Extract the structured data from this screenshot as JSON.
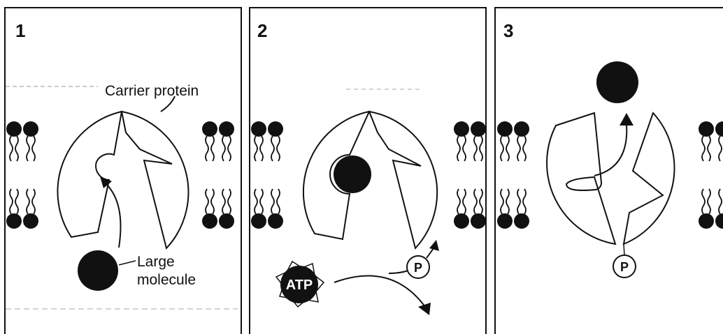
{
  "panels": [
    {
      "number": "1",
      "labels": {
        "carrier_protein": "Carrier protein",
        "large_molecule_line1": "Large",
        "large_molecule_line2": "molecule"
      }
    },
    {
      "number": "2",
      "labels": {
        "atp": "ATP",
        "phosphate": "P"
      }
    },
    {
      "number": "3",
      "labels": {
        "phosphate": "P"
      }
    }
  ],
  "colors": {
    "ink": "#111111",
    "background": "#ffffff"
  }
}
